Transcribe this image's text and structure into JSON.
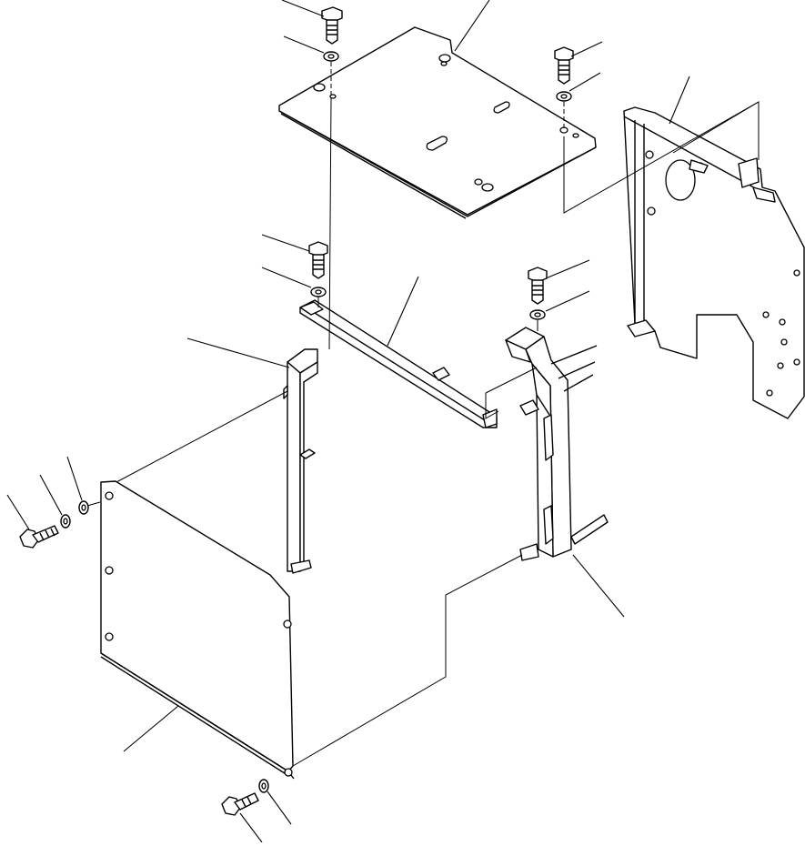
{
  "diagram": {
    "kind": "exploded-parts-view",
    "colors": {
      "line": "#000000",
      "background": "#ffffff"
    },
    "parts": [
      "top-cover-plate",
      "side-cover-panel",
      "left-pillar-bracket",
      "upper-cross-bar",
      "right-corner-post",
      "rear-mounting-frame",
      "bolt",
      "washer"
    ]
  }
}
